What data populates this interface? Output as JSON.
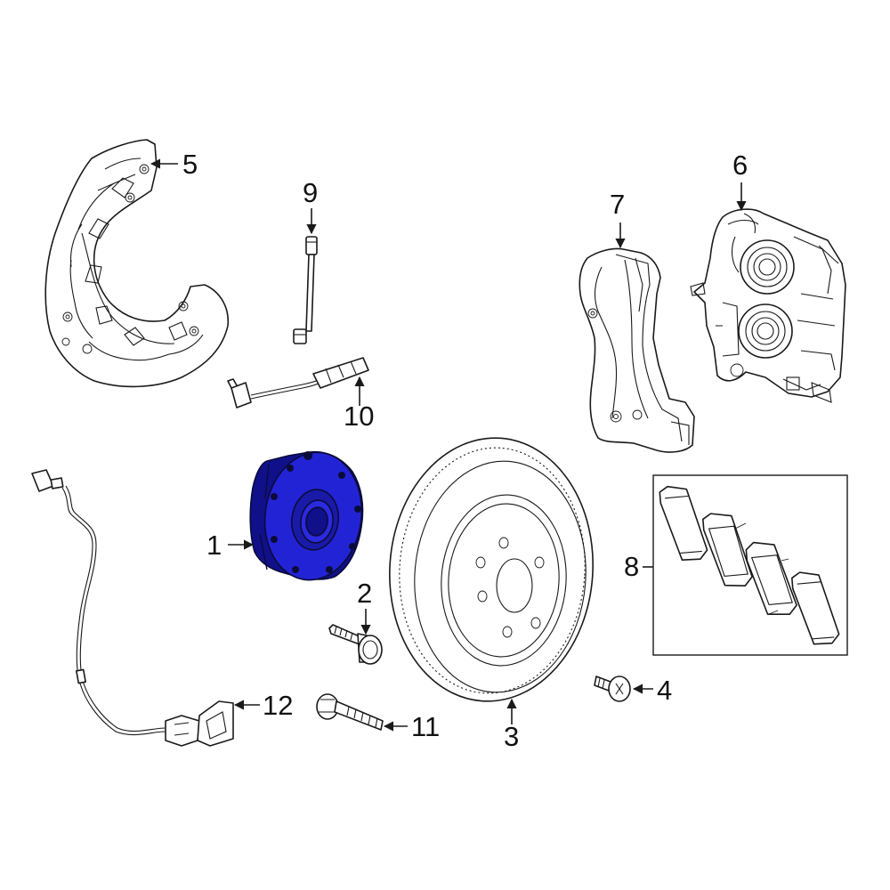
{
  "colors": {
    "line": "#1a1a1a",
    "highlight_fill": "#2323d6",
    "highlight_dark": "#10108a",
    "background": "#ffffff"
  },
  "callouts": {
    "c1": "1",
    "c2": "2",
    "c3": "3",
    "c4": "4",
    "c5": "5",
    "c6": "6",
    "c7": "7",
    "c8": "8",
    "c9": "9",
    "c10": "10",
    "c11": "11",
    "c12": "12"
  },
  "highlighted_part": "1",
  "icons": [
    "hub-bearing",
    "bolt",
    "brake-rotor",
    "screw",
    "splash-shield",
    "caliper",
    "caliper-bracket",
    "brake-pads",
    "wear-sensor",
    "abs-sensor-harness",
    "mounting-bracket"
  ]
}
